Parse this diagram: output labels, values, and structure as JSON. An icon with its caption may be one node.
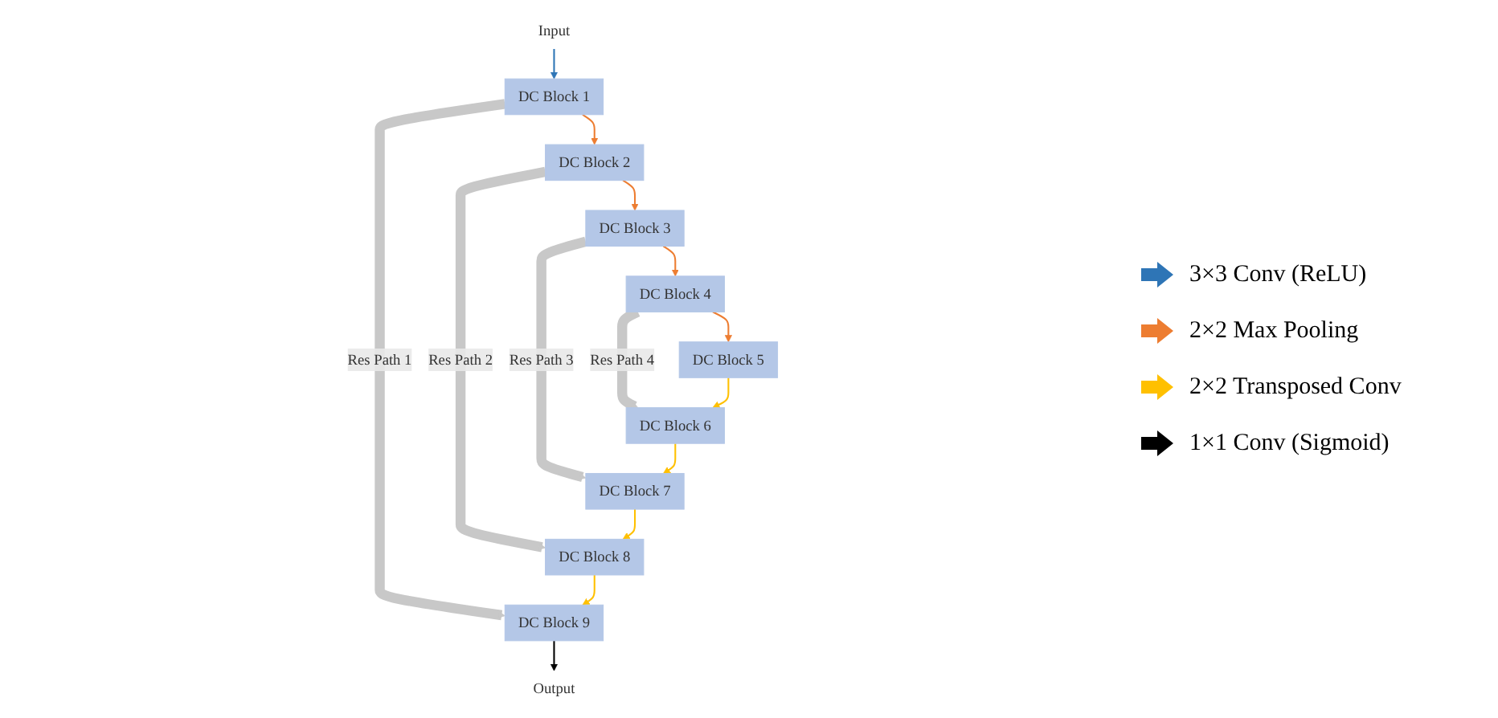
{
  "diagram": {
    "nodes": [
      {
        "text": [
          "Input"
        ]
      },
      {
        "text": [
          "DC Block 1"
        ]
      },
      {
        "text": [
          "DC Block 2"
        ]
      },
      {
        "text": [
          "DC Block 3"
        ]
      },
      {
        "text": [
          "DC Block 4"
        ]
      },
      {
        "text": [
          "DC Block 5"
        ]
      },
      {
        "text": [
          "DC Block 6"
        ]
      },
      {
        "text": [
          "DC Block 7"
        ]
      },
      {
        "text": [
          "DC Block 8"
        ]
      },
      {
        "text": [
          "DC Block 9"
        ]
      },
      {
        "text": [
          "Output"
        ]
      }
    ],
    "edges": [
      {
        "from": 0,
        "to": 1,
        "arrow": "to",
        "color": "#2e75b6"
      },
      {
        "from": 1,
        "to": 9,
        "arrow": "to",
        "label": "Res Path 1",
        "style": "thick",
        "color": "#c8c8c8"
      },
      {
        "from": 9,
        "to": 10,
        "arrow": "to",
        "color": "#000000"
      },
      {
        "from": 1,
        "to": 2,
        "arrow": "to",
        "color": "#ed7d31"
      },
      {
        "from": 2,
        "to": 8,
        "arrow": "to",
        "label": "Res Path 2",
        "style": "thick",
        "color": "#c8c8c8"
      },
      {
        "from": 8,
        "to": 9,
        "arrow": "to",
        "color": "#ffc000"
      },
      {
        "from": 2,
        "to": 3,
        "arrow": "to",
        "color": "#ed7d31"
      },
      {
        "from": 3,
        "to": 7,
        "arrow": "to",
        "label": "Res Path 3",
        "style": "thick",
        "color": "#c8c8c8"
      },
      {
        "from": 7,
        "to": 8,
        "arrow": "to",
        "color": "#ffc000"
      },
      {
        "from": 3,
        "to": 4,
        "arrow": "to",
        "color": "#ed7d31"
      },
      {
        "from": 4,
        "to": 6,
        "arrow": "to",
        "label": "Res Path 4",
        "style": "thick",
        "color": "#c8c8c8"
      },
      {
        "from": 6,
        "to": 7,
        "arrow": "to",
        "color": "#ffc000"
      },
      {
        "from": 4,
        "to": 5,
        "arrow": "to",
        "color": "#ed7d31"
      },
      {
        "from": 5,
        "to": 6,
        "arrow": "to",
        "color": "#ffc000"
      }
    ],
    "legend": [
      {
        "text": "3×3 Conv (ReLU)",
        "color": "#2e75b6"
      },
      {
        "text": "2×2 Max Pooling",
        "color": "#ed7d31"
      },
      {
        "text": "2×2 Transposed Conv",
        "color": "#ffc000"
      },
      {
        "text": "1×1 Conv (Sigmoid)",
        "color": "#000000"
      }
    ]
  }
}
